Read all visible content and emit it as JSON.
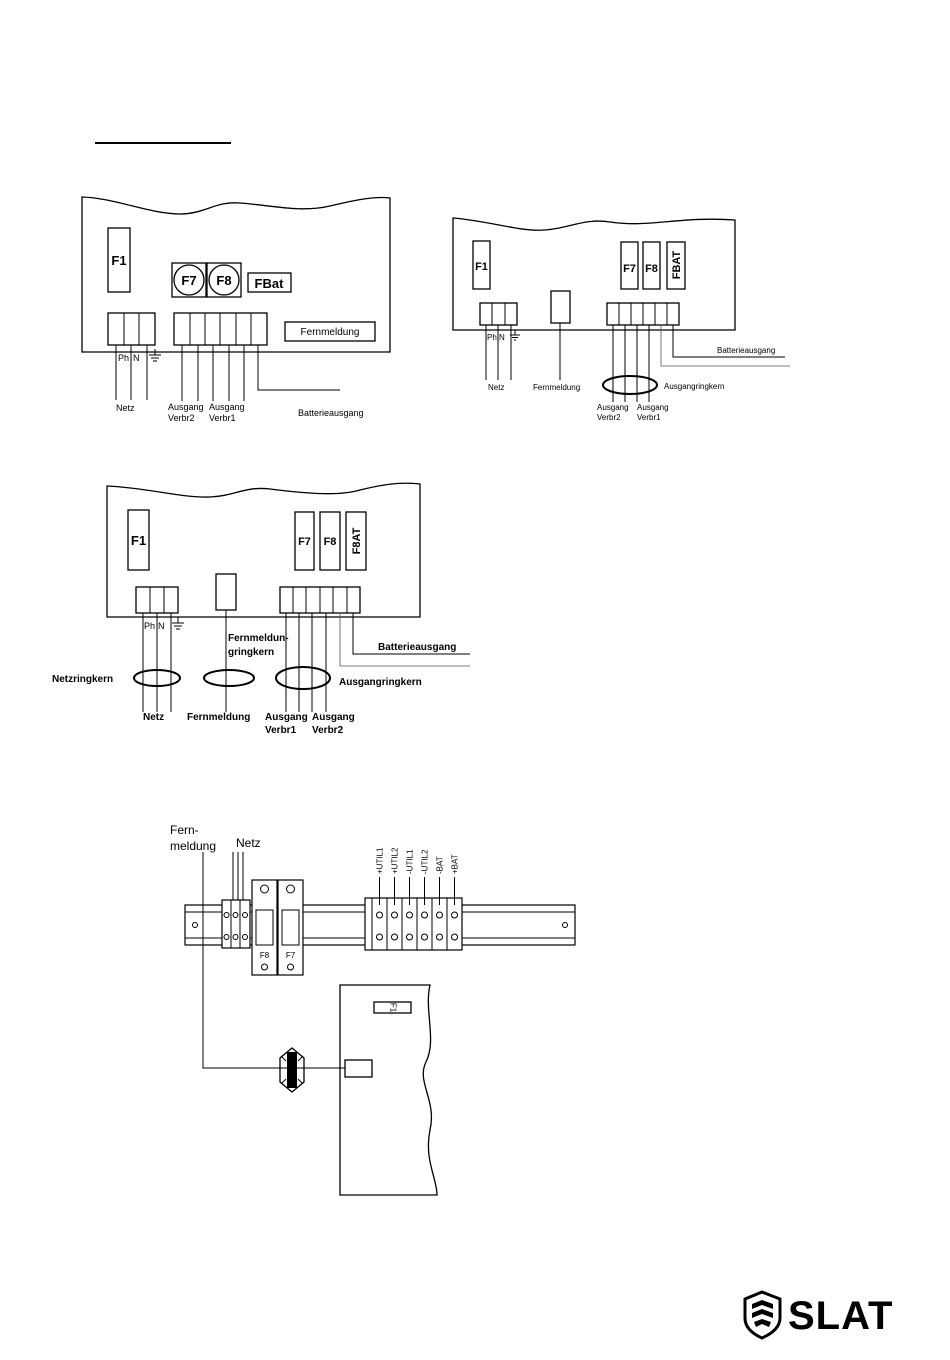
{
  "diagram_1": {
    "fuse_f1": "F1",
    "fuse_f7": "F7",
    "fuse_f8": "F8",
    "fuse_bat": "FBat",
    "fernmeldung_box": "Fernmeldung",
    "ph": "Ph",
    "n": "N",
    "netz": "Netz",
    "out_verbr2": {
      "line1": "Ausgang",
      "line2": "Verbr2"
    },
    "out_verbr1": {
      "line1": "Ausgang",
      "line2": "Verbr1"
    },
    "batterieausgang": "Batterieausgang"
  },
  "diagram_2": {
    "fuse_f1": "F1",
    "fuse_f7": "F7",
    "fuse_f8": "F8",
    "fuse_bat": "FBAT",
    "ph": "Ph",
    "n": "N",
    "netz": "Netz",
    "fernmeldung": "Fernmeldung",
    "ausgangringkern": "Ausgangringkern",
    "out_verbr2": {
      "line1": "Ausgang",
      "line2": "Verbr2"
    },
    "out_verbr1": {
      "line1": "Ausgang",
      "line2": "Verbr1"
    },
    "batterieausgang": "Batterieausgang"
  },
  "diagram_3": {
    "fuse_f1": "F1",
    "fuse_f7": "F7",
    "fuse_f8": "F8",
    "fuse_bat": "F8AT",
    "ph": "Ph",
    "n": "N",
    "fernmeldungringkern": {
      "line1": "Fernmeldun-",
      "line2": "gringkern"
    },
    "batterieausgang": "Batterieausgang",
    "netzringkern": "Netzringkern",
    "ausgangringkern": "Ausgangringkern",
    "netz": "Netz",
    "fernmeldung": "Fernmeldung",
    "out_verbr1": {
      "line1": "Ausgang",
      "line2": "Verbr1"
    },
    "out_verbr2": {
      "line1": "Ausgang",
      "line2": "Verbr2"
    }
  },
  "diagram_4": {
    "fernmeldung": {
      "line1": "Fern-",
      "line2": "meldung"
    },
    "netz": "Netz",
    "terminal_labels": [
      "+UTIL1",
      "+UTIL2",
      "-UTIL1",
      "-UTIL2",
      "-BAT",
      "+BAT"
    ],
    "fuse_f8": "F8",
    "fuse_f7": "F7",
    "cabinet_fuse": "F1"
  },
  "logo": {
    "brand": "SLAT",
    "icon": "shield-icon"
  }
}
